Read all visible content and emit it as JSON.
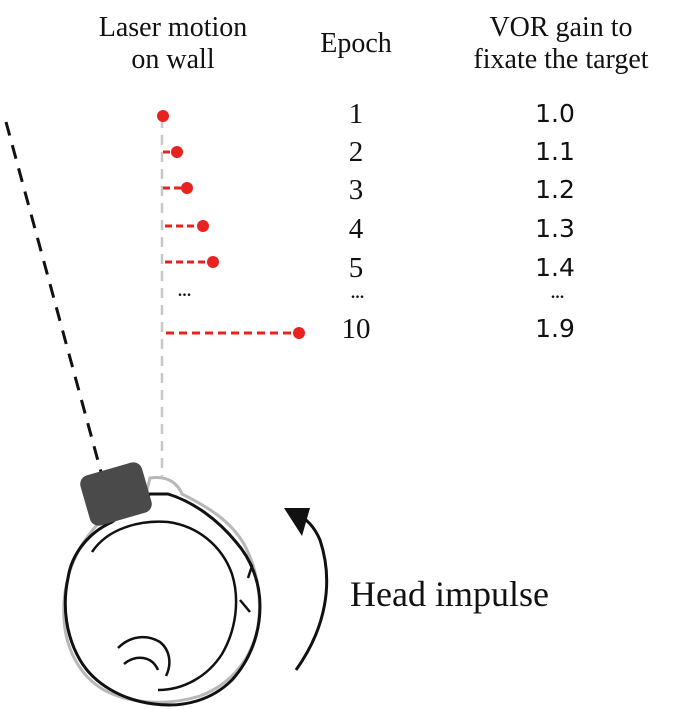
{
  "headers": {
    "laser": [
      "Laser motion",
      "on wall"
    ],
    "epoch": "Epoch",
    "gain": [
      "VOR gain to",
      "fixate the target"
    ]
  },
  "epochs": [
    {
      "epoch": "1",
      "gain": "1.0"
    },
    {
      "epoch": "2",
      "gain": "1.1"
    },
    {
      "epoch": "3",
      "gain": "1.2"
    },
    {
      "epoch": "4",
      "gain": "1.3"
    },
    {
      "epoch": "5",
      "gain": "1.4"
    },
    {
      "epoch": "10",
      "gain": "1.9"
    }
  ],
  "ellipsis": "...",
  "head_label": "Head impulse",
  "colors": {
    "laser": "#e8231f",
    "gaze_line": "#c8c8c8",
    "head_outline": "#111111",
    "head_ghost": "#b8b8b8",
    "laser_device": "#4a4a4a"
  }
}
